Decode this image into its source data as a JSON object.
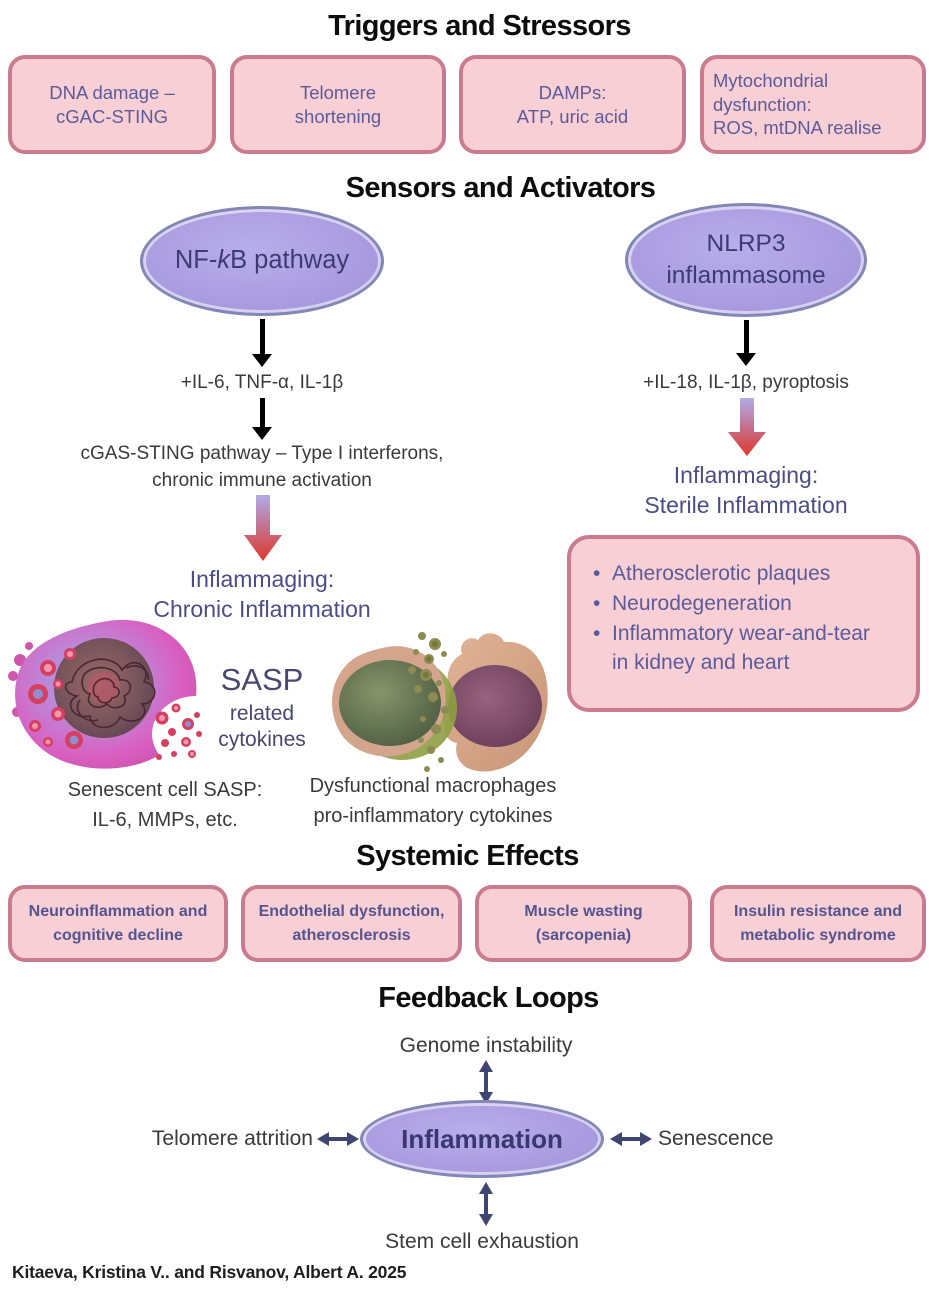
{
  "colors": {
    "pink_fill": "#f8cfd5",
    "pink_border": "#ca7b8e",
    "ellipse_fill": "#a89be0",
    "ellipse_border": "#8287b5",
    "box_text_purple": "#5b5b99",
    "heading_black": "#0d0d0d",
    "body_text": "#3a3a3a",
    "outcome_purple": "#4c4c87",
    "gradient_arrow_top": "#b0ace9",
    "gradient_arrow_bottom": "#e2372a",
    "feedback_arrow": "#3e4571"
  },
  "sections": {
    "triggers": {
      "title": "Triggers and Stressors",
      "boxes": [
        {
          "label": "DNA damage –\ncGAC-STING"
        },
        {
          "label": "Telomere\nshortening"
        },
        {
          "label": "DAMPs:\nATP, uric acid"
        },
        {
          "label": "Mytochondrial\ndysfunction:\nROS, mtDNA realise"
        }
      ]
    },
    "sensors": {
      "title": "Sensors and Activators",
      "left": {
        "ellipse_prefix": "NF-",
        "ellipse_italic": "k",
        "ellipse_suffix": "B pathway",
        "step1": "+IL-6, TNF-α, IL-1β",
        "step2": "cGAS-STING pathway – Type I interferons,\nchronic immune activation",
        "outcome": "Inflammaging:\nChronic Inflammation"
      },
      "right": {
        "ellipse": "NLRP3\ninflammasome",
        "step1": "+IL-18, IL-1β, pyroptosis",
        "outcome": "Inflammaging:\nSterile Inflammation",
        "effects": [
          "Atherosclerotic plaques",
          "Neurodegeneration",
          "Inflammatory wear-and-tear\nin kidney and heart"
        ]
      },
      "sasp_label": {
        "big": "SASP",
        "line2": "related",
        "line3": "cytokines"
      },
      "captions": {
        "senescent": "Senescent cell SASP:\nIL-6, MMPs, etc.",
        "macrophage": "Dysfunctional macrophages\npro-inflammatory cytokines"
      }
    },
    "systemic": {
      "title": "Systemic Effects",
      "boxes": [
        {
          "label": "Neuroinflammation and\ncognitive decline"
        },
        {
          "label": "Endothelial dysfunction,\natherosclerosis"
        },
        {
          "label": "Muscle wasting\n(sarcopenia)"
        },
        {
          "label": "Insulin resistance and\nmetabolic syndrome"
        }
      ]
    },
    "feedback": {
      "title": "Feedback Loops",
      "center": "Inflammation",
      "top": "Genome instability",
      "left": "Telomere attrition",
      "right": "Senescence",
      "bottom": "Stem cell exhaustion"
    }
  },
  "citation": "Kitaeva, Kristina V.. and Risvanov, Albert A. 2025"
}
